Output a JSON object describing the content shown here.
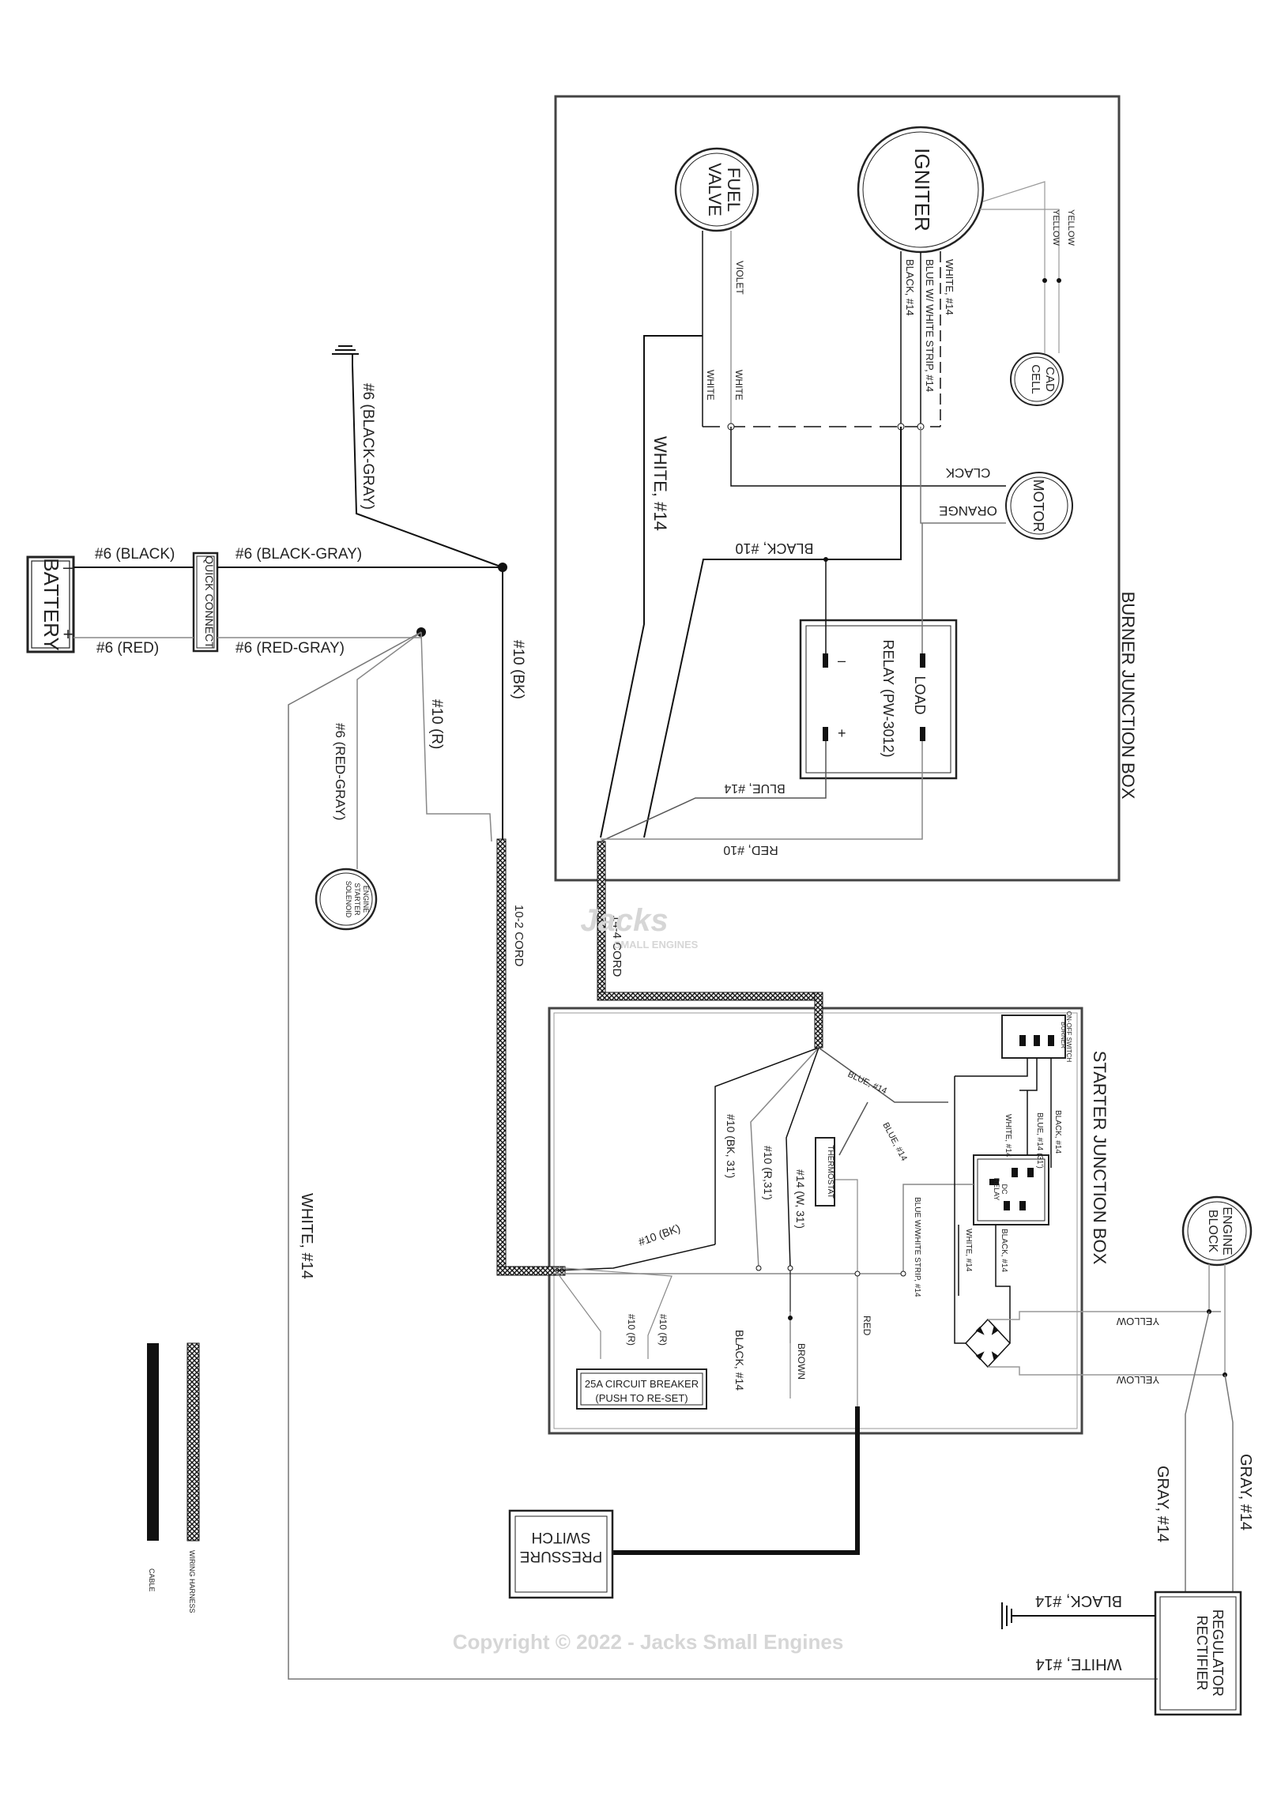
{
  "components": {
    "battery": "BATTERY",
    "battery_neg": "–",
    "battery_pos": "+",
    "quick_connect": "QUICK CONNECT",
    "fuel_valve_1": "FUEL",
    "fuel_valve_2": "VALVE",
    "igniter": "IGNITER",
    "cad_cell_1": "CAD",
    "cad_cell_2": "CELL",
    "motor": "MOTOR",
    "relay_load": "LOAD",
    "relay_name": "RELAY (PW-3012)",
    "relay_neg": "–",
    "relay_pos": "+",
    "burner_box": "BURNER JUNCTION BOX",
    "starter_box": "STARTER JUNCTION BOX",
    "engine_solenoid_1": "ENGINE",
    "engine_solenoid_2": "STARTER",
    "engine_solenoid_3": "SOLENOID",
    "burner_switch_1": "BURNER",
    "burner_switch_2": "ON-OFF SWITCH",
    "dc_relay_1": "DC",
    "dc_relay_2": "RELAY",
    "thermostat": "THERMOSTAT",
    "circuit_breaker_1": "25A CIRCUIT BREAKER",
    "circuit_breaker_2": "(PUSH TO RE-SET)",
    "engine_block_1": "ENGINE",
    "engine_block_2": "BLOCK",
    "regulator_1": "REGULATOR",
    "regulator_2": "RECTIFIER",
    "pressure_switch_1": "PRESSURE",
    "pressure_switch_2": "SWITCH"
  },
  "wires": {
    "black6": "#6 (BLACK)",
    "red6": "#6 (RED)",
    "black_gray6_a": "#6 (BLACK-GRAY)",
    "black_gray6_b": "#6 (BLACK-GRAY)",
    "red_gray6_a": "#6 (RED-GRAY)",
    "red_gray6_b": "#6 (RED-GRAY)",
    "bk10": "#10 (BK)",
    "r10": "#10 (R)",
    "cord_10_2": "10-2 CORD",
    "cord_14_4": "14-4 CORD",
    "white14_left": "WHITE, #14",
    "white14_burner": "WHITE, #14",
    "black10_burner": "BLACK, #10",
    "blue14_burner": "BLUE, #14",
    "red10_burner": "RED, #10",
    "violet": "VIOLET",
    "white_fv1": "WHITE",
    "white_fv2": "WHITE",
    "white14_ign": "WHITE, #14",
    "blue_white_ign": "BLUE W/ WHITE STRIP, #14",
    "black14_ign": "BLACK, #14",
    "yellow_ign1": "YELLOW",
    "yellow_ign2": "YELLOW",
    "clack": "CLACK",
    "orange": "ORANGE",
    "blue14_s1": "BLUE, #14",
    "blue14_s2": "BLUE, #14",
    "bk10_31": "#10 (BK, 31')",
    "r10_31": "#10 (R,31')",
    "w14_31": "#14 (W, 31')",
    "bk10_s": "#10 (BK)",
    "white14_s": "WHITE, #14",
    "blue14_s3": "BLUE, #14 (31')",
    "black14_s1": "BLACK, #14",
    "black14_s2": "BLACK, #14",
    "blue_white_s": "BLUE W/WHITE STRIP, #14",
    "white14_s2": "WHITE, #14",
    "r10_a": "#10 (R)",
    "r10_b": "#10 (R)",
    "black14_s3": "BLACK, #14",
    "brown": "BROWN",
    "red_s": "RED",
    "yellow_s1": "YELLOW",
    "yellow_s2": "YELLOW",
    "gray14_a": "GRAY, #14",
    "gray14_b": "GRAY, #14",
    "black14_reg": "BLACK, #14",
    "white14_reg": "WHITE, #14"
  },
  "legend": {
    "harness": "WIRING HARNESS",
    "cable": "CABLE"
  },
  "watermark": {
    "copyright": "Copyright © 2022 - Jacks Small Engines",
    "logo": "Jacks",
    "logo_sub": "SMALL ENGINES"
  }
}
